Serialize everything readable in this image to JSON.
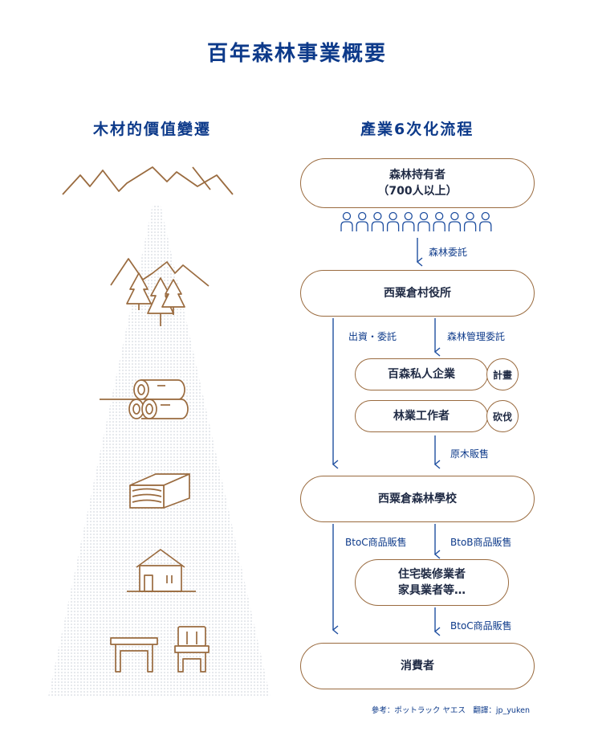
{
  "title": "百年森林事業概要",
  "left_heading": "木材的價值變遷",
  "right_heading": "產業6次化流程",
  "nodes": {
    "owners": "森林持有者\n（700人以上）",
    "village": "西粟倉村役所",
    "hyakumori": "百森私人企業",
    "plan": "計畫",
    "forestry": "林業工作者",
    "cut": "砍伐",
    "school": "西粟倉森林學校",
    "builders": "住宅裝修業者\n家具業者等…",
    "consumers": "消費者"
  },
  "labels": {
    "forest_trust": "森林委託",
    "invest": "出資・委託",
    "mgmt_trust": "森林管理委託",
    "raw_sales": "原木販售",
    "btoc_left": "BtoC商品販售",
    "btob": "BtoB商品販售",
    "btoc_bottom": "BtoC商品販售"
  },
  "credit": "參考：ポットラック ヤエス　翻譯：jp_yuken",
  "people_count": 10,
  "colors": {
    "accent": "#0d3a8a",
    "brown": "#9a6b3f",
    "dots": "#c9cfd8"
  },
  "icons": [
    "mountains-icon",
    "trees-icon",
    "logs-icon",
    "lumber-icon",
    "house-icon",
    "furniture-icon"
  ]
}
